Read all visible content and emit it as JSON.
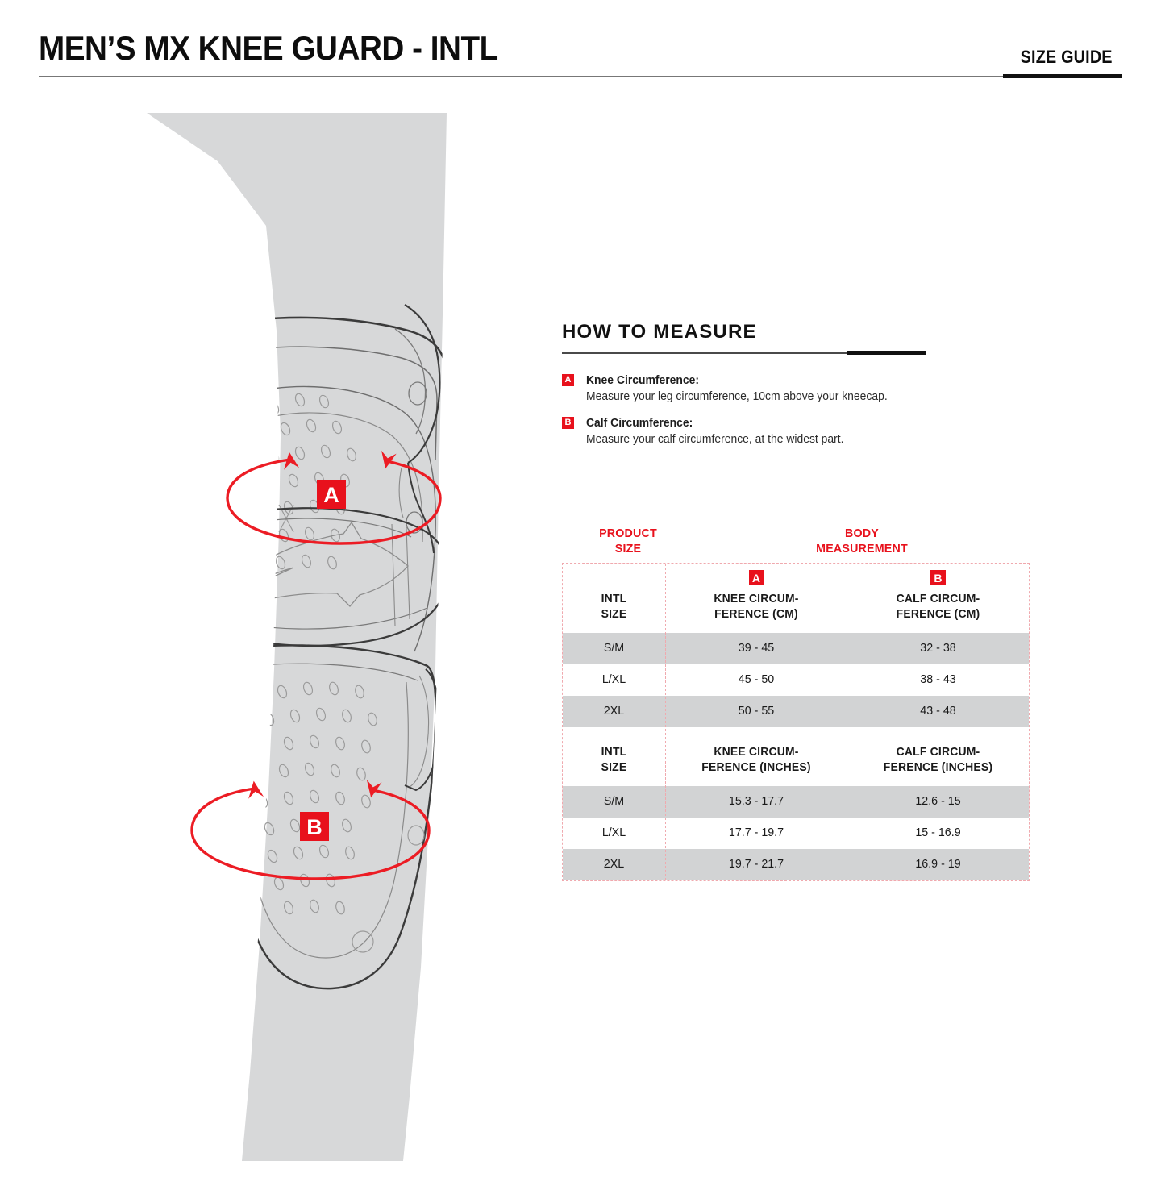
{
  "header": {
    "title": "MEN’S MX KNEE GUARD - INTL",
    "size_guide_label": "SIZE GUIDE"
  },
  "how_to_measure": {
    "heading": "HOW TO MEASURE",
    "items": [
      {
        "badge": "A",
        "label": "Knee Circumference:",
        "description": "Measure your leg circumference, 10cm above your kneecap."
      },
      {
        "badge": "B",
        "label": "Calf Circumference:",
        "description": "Measure your calf circumference, at the widest part."
      }
    ]
  },
  "illustration": {
    "marker_a": "A",
    "marker_b": "B",
    "alt": "Leg wearing MX knee guard with measurement bands A and B"
  },
  "table": {
    "supertitle_product": "PRODUCT\nSIZE",
    "supertitle_product_line1": "PRODUCT",
    "supertitle_product_line2": "SIZE",
    "supertitle_body_line1": "BODY",
    "supertitle_body_line2": "MEASUREMENT",
    "sections": [
      {
        "unit": "cm",
        "headers": {
          "size": "INTL\nSIZE",
          "size_line1": "INTL",
          "size_line2": "SIZE",
          "knee_line1": "KNEE CIRCUM-",
          "knee_line2": "FERENCE (CM)",
          "calf_line1": "CALF CIRCUM-",
          "calf_line2": "FERENCE (CM)",
          "knee_badge": "A",
          "calf_badge": "B"
        },
        "rows": [
          {
            "size": "S/M",
            "knee": "39 - 45",
            "calf": "32 - 38"
          },
          {
            "size": "L/XL",
            "knee": "45 - 50",
            "calf": "38 - 43"
          },
          {
            "size": "2XL",
            "knee": "50 - 55",
            "calf": "43 - 48"
          }
        ]
      },
      {
        "unit": "inches",
        "headers": {
          "size_line1": "INTL",
          "size_line2": "SIZE",
          "knee_line1": "KNEE CIRCUM-",
          "knee_line2": "FERENCE (INCHES)",
          "calf_line1": "CALF CIRCUM-",
          "calf_line2": "FERENCE (INCHES)"
        },
        "rows": [
          {
            "size": "S/M",
            "knee": "15.3 - 17.7",
            "calf": "12.6 - 15"
          },
          {
            "size": "L/XL",
            "knee": "17.7 - 19.7",
            "calf": "15 - 16.9"
          },
          {
            "size": "2XL",
            "knee": "19.7 - 21.7",
            "calf": "16.9 - 19"
          }
        ]
      }
    ]
  },
  "colors": {
    "accent_red": "#e8111c",
    "table_border": "#f0a9ae",
    "row_shade": "#d2d3d4",
    "leg_fill": "#d7d8d9",
    "line": "#4d4d4d"
  }
}
